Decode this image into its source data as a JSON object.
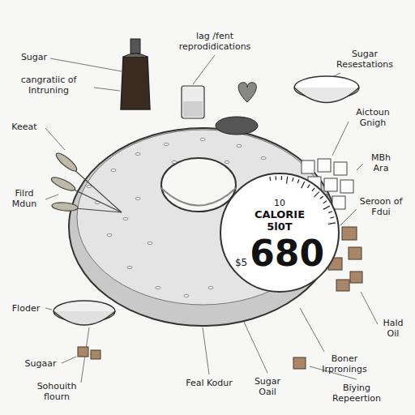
{
  "diagram": {
    "nodes": [
      {
        "text": [
          "10",
          "CALORIE",
          "5l0T",
          "$5",
          "680"
        ]
      }
    ],
    "labels": [
      "Sugar",
      "lag /fent reprodidications",
      "Sugar Resestations",
      "cangratiic of Intruning",
      "Keeat",
      "Aictoun Gnigh",
      "MBh Ara",
      "Filrd Mdun",
      "Seroon of Fdui",
      "Floder",
      "Sugaar",
      "Sohouith flourn",
      "Feal Kodur",
      "Sugar Oail",
      "Hald Oil",
      "Boner Irpronings",
      "Biying Repeertion"
    ]
  }
}
